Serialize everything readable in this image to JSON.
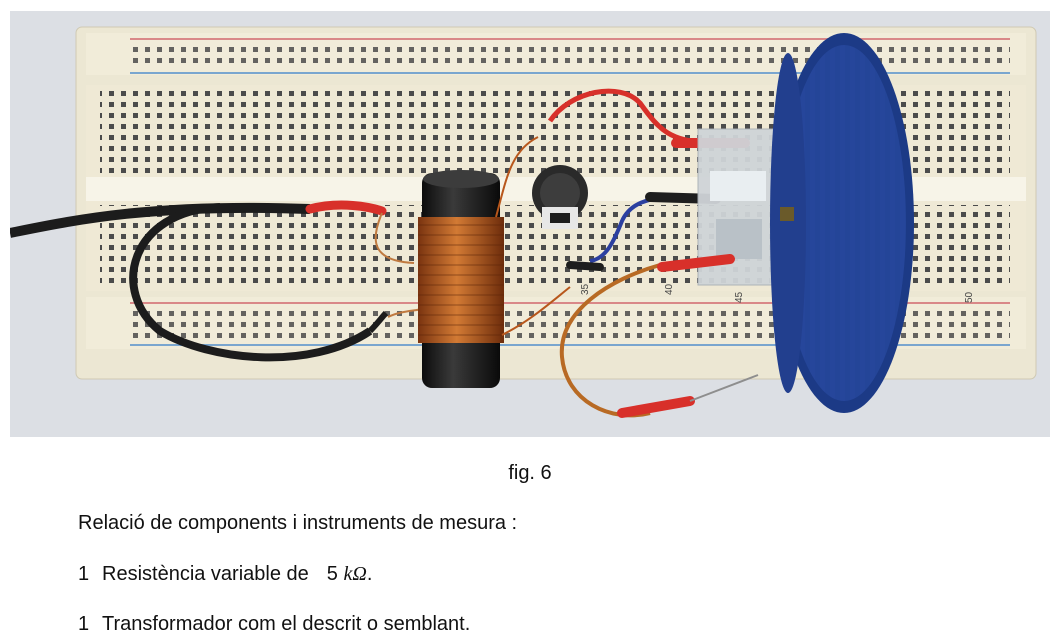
{
  "figure": {
    "caption": "fig. 6",
    "breadboard_labels": [
      "35",
      "40",
      "45",
      "50"
    ]
  },
  "components": {
    "heading": "Relació de components i instruments de mesura :",
    "items": [
      {
        "qty": "1",
        "text": "Resistència variable de",
        "value": "5",
        "unit": "kΩ",
        "tail": "."
      },
      {
        "qty": "1",
        "text": "Transformador com el descrit o semblant."
      }
    ]
  },
  "colors": {
    "breadboard": "#ece7d3",
    "coil_copper": "#b8571c",
    "bottle_cap": "#2b4fa8",
    "wire_red": "#d8302a",
    "wire_black": "#1e1e1e"
  }
}
